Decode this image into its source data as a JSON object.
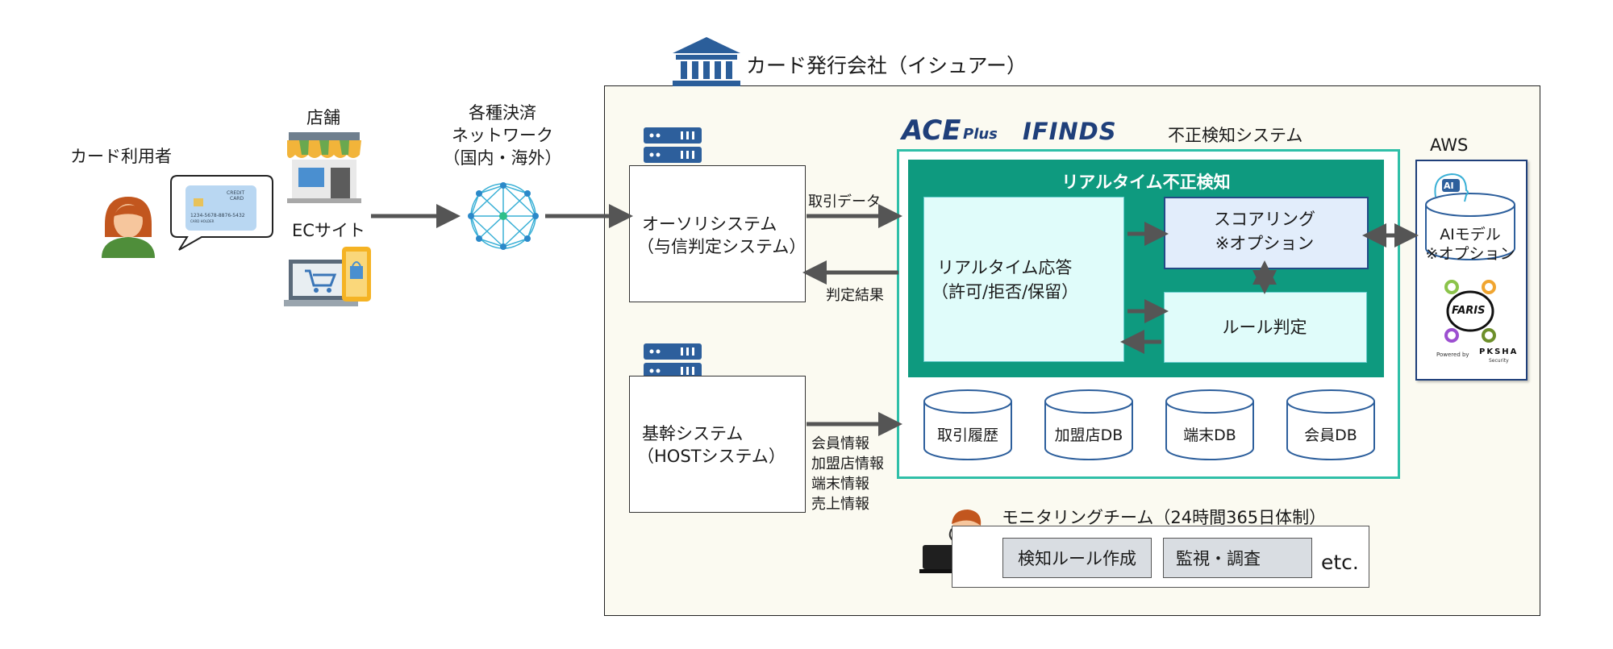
{
  "issuer": {
    "title": "カード発行会社（イシュアー）"
  },
  "user": {
    "label": "カード利用者"
  },
  "card": {
    "brand1": "CREDIT",
    "brand2": "CARD",
    "number": "1234-5678-8876-5432",
    "holder": "CARD HOLDER"
  },
  "merchant": {
    "store_label": "店舗",
    "ec_label": "ECサイト"
  },
  "network": {
    "line1": "各種決済",
    "line2": "ネットワーク",
    "line3": "（国内・海外）"
  },
  "authorization": {
    "line1": "オーソリシステム",
    "line2": "（与信判定システム）"
  },
  "core": {
    "line1": "基幹システム",
    "line2": "（HOSTシステム）"
  },
  "flows": {
    "transaction_data": "取引データ",
    "judgment_result": "判定結果",
    "core_info": [
      "会員情報",
      "加盟店情報",
      "端末情報",
      "売上情報"
    ]
  },
  "fds": {
    "logo1": "ACE",
    "logo1b": "Plus",
    "logo2": "IFINDS",
    "title": "不正検知システム"
  },
  "realtime": {
    "title": "リアルタイム不正検知",
    "response_line1": "リアルタイム応答",
    "response_line2": "（許可/拒否/保留）",
    "scoring_line1": "スコアリング",
    "scoring_line2": "※オプション",
    "rule": "ルール判定"
  },
  "databases": [
    "取引履歴",
    "加盟店DB",
    "端末DB",
    "会員DB"
  ],
  "aws": {
    "title": "AWS",
    "ai_badge": "AI",
    "model_line1": "AIモデル",
    "model_line2": "※オプション",
    "faris": "FARIS",
    "powered": "Powered by",
    "pksha": "PKSHA",
    "security": "Security"
  },
  "monitoring": {
    "title": "モニタリングチーム（24時間365日体制）",
    "tasks": [
      "検知ルール作成",
      "監視・調査"
    ],
    "etc": "etc."
  },
  "colors": {
    "teal": "#0e9a7f",
    "teal_border": "#2fbfa8",
    "navy": "#1f3f7a",
    "arrow": "#555555"
  }
}
